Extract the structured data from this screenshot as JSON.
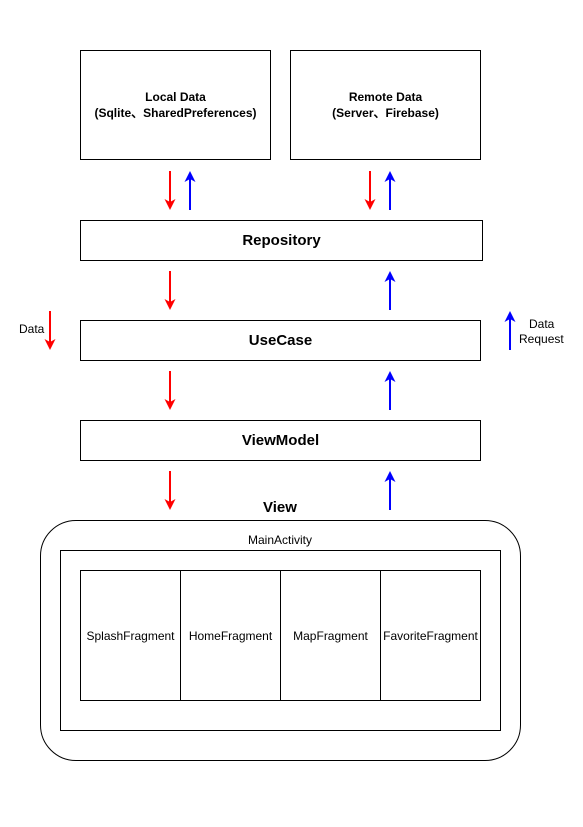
{
  "local_data": {
    "title": "Local Data",
    "subtitle": "(Sqlite、SharedPreferences)"
  },
  "remote_data": {
    "title": "Remote Data",
    "subtitle": "(Server、Firebase)"
  },
  "layers": {
    "repository": "Repository",
    "usecase": "UseCase",
    "viewmodel": "ViewModel",
    "view": "View"
  },
  "main_activity": "MainActivity",
  "fragments": [
    "SplashFragment",
    "HomeFragment",
    "MapFragment",
    "FavoriteFragment"
  ],
  "legend": {
    "data_label": "Data",
    "request_label_line1": "Data",
    "request_label_line2": "Request",
    "data_color": "#ff0000",
    "request_color": "#0000ff"
  }
}
